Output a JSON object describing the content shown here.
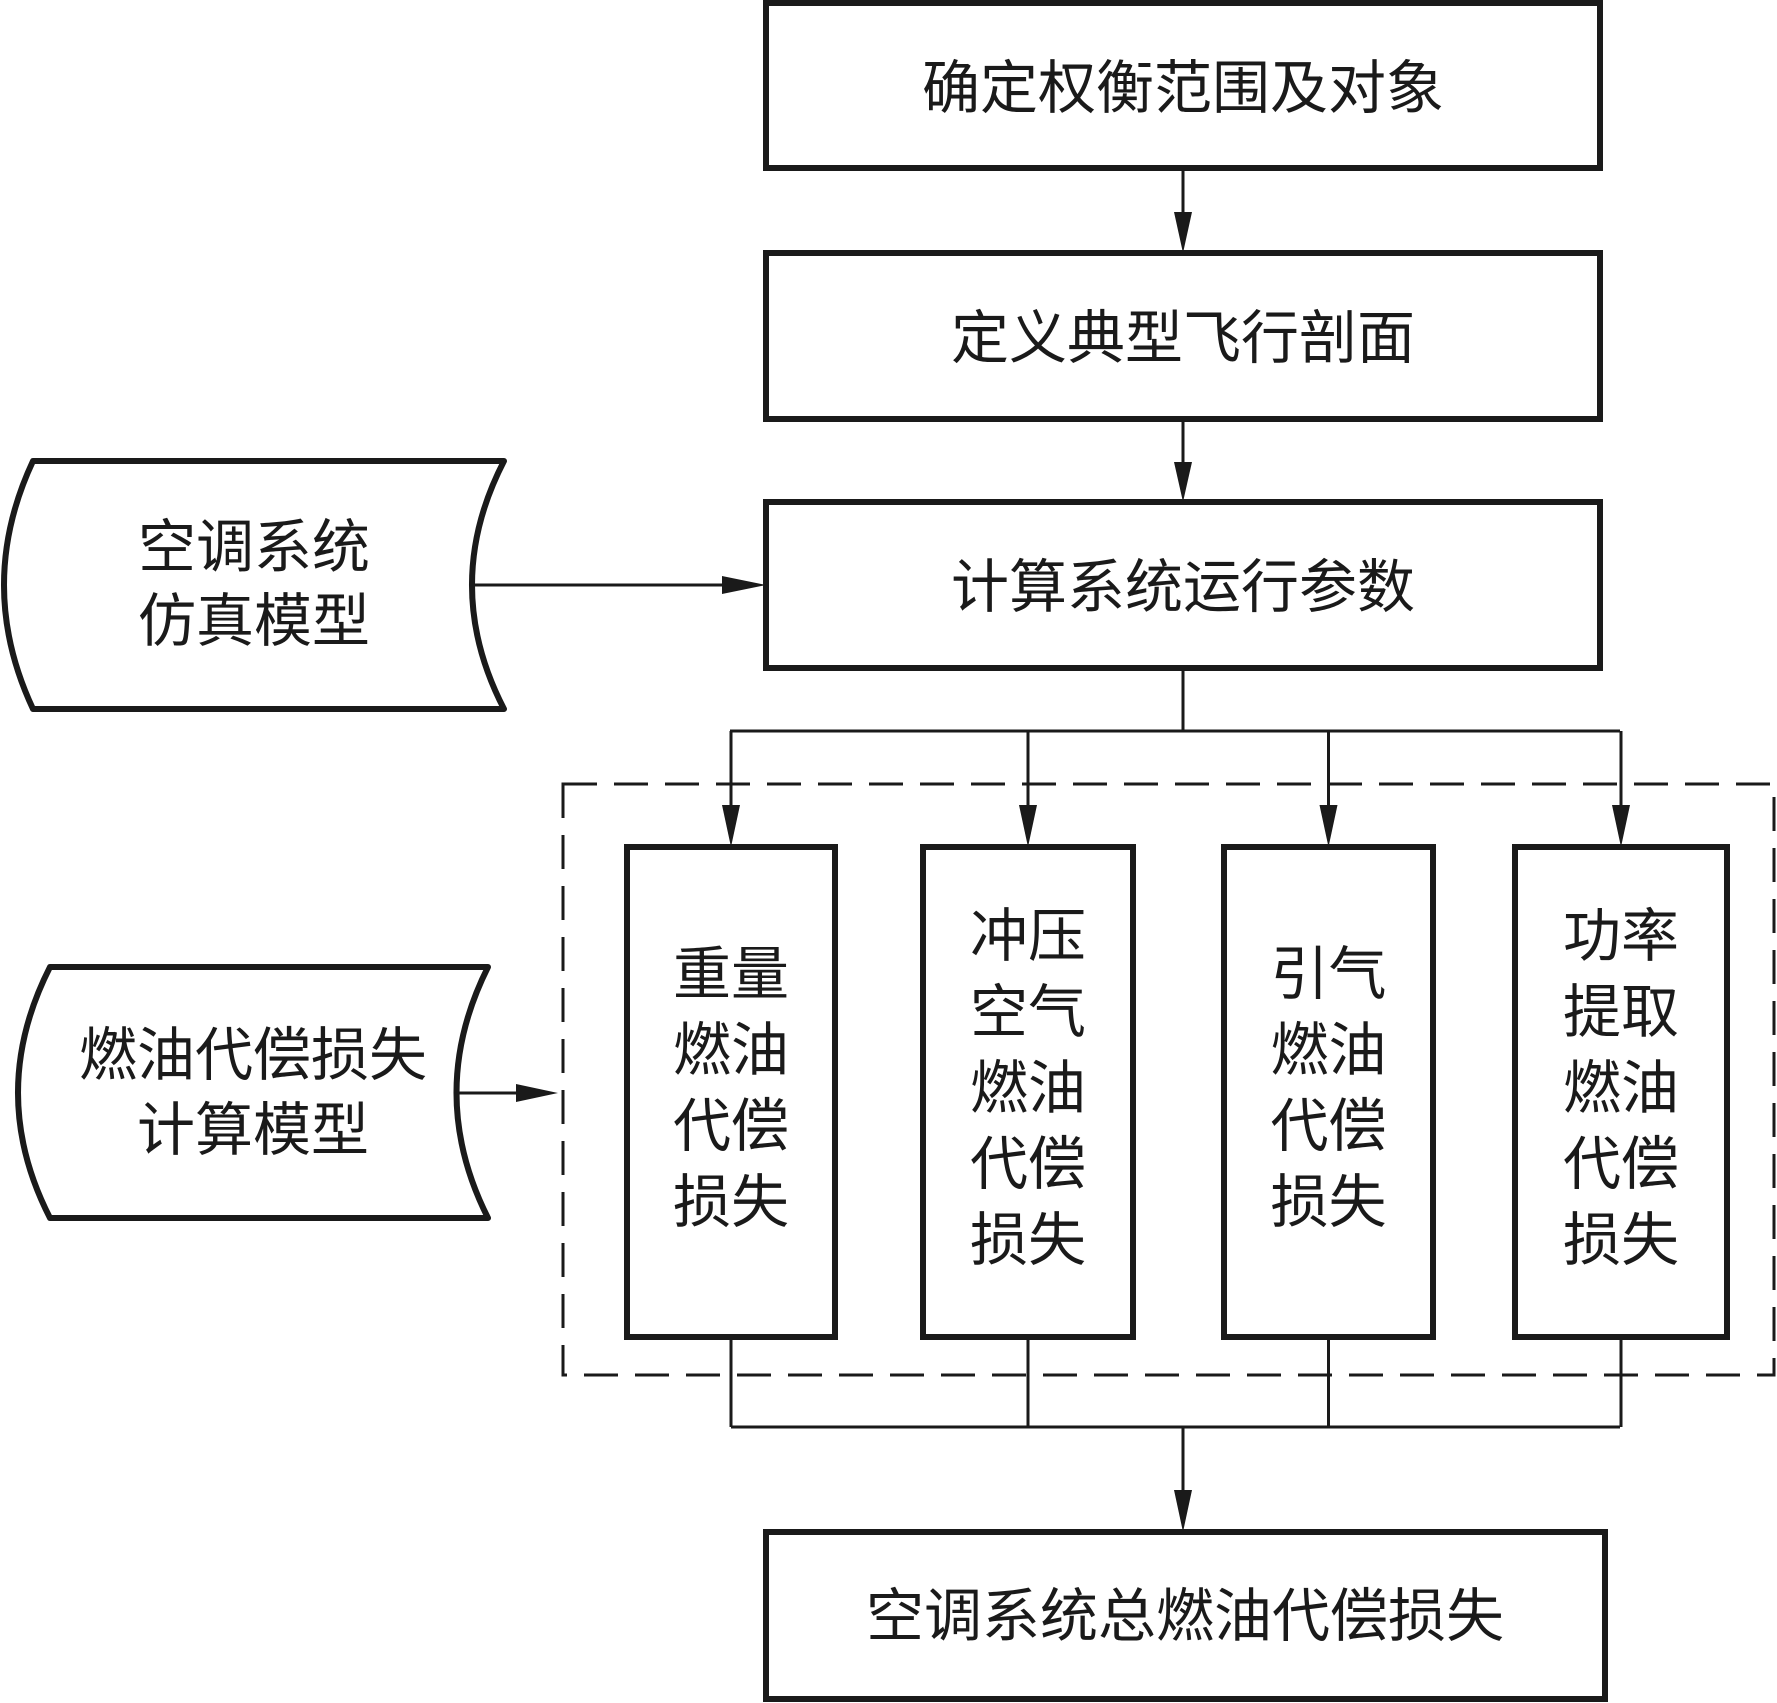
{
  "diagram": {
    "type": "flowchart",
    "steps": {
      "determine_scope": "确定权衡范围及对象",
      "define_profile": "定义典型飞行剖面",
      "calc_params": "计算系统运行参数",
      "total_loss": "空调系统总燃油代偿损失"
    },
    "inputs": {
      "sim_model": [
        "空调系统",
        "仿真模型"
      ],
      "fuel_model": [
        "燃油代偿损失",
        "计算模型"
      ]
    },
    "components": [
      {
        "id": "weight",
        "lines": [
          "重量",
          "燃油",
          "代偿",
          "损失"
        ]
      },
      {
        "id": "ram_air",
        "lines": [
          "冲压",
          "空气",
          "燃油",
          "代偿",
          "损失"
        ]
      },
      {
        "id": "bleed_air",
        "lines": [
          "引气",
          "燃油",
          "代偿",
          "损失"
        ]
      },
      {
        "id": "power_extraction",
        "lines": [
          "功率",
          "提取",
          "燃油",
          "代偿",
          "损失"
        ]
      }
    ],
    "edges": [
      [
        "determine_scope",
        "define_profile"
      ],
      [
        "define_profile",
        "calc_params"
      ],
      [
        "sim_model",
        "calc_params"
      ],
      [
        "calc_params",
        "weight"
      ],
      [
        "calc_params",
        "ram_air"
      ],
      [
        "calc_params",
        "bleed_air"
      ],
      [
        "calc_params",
        "power_extraction"
      ],
      [
        "fuel_model",
        "components_group"
      ],
      [
        "weight",
        "total_loss"
      ],
      [
        "ram_air",
        "total_loss"
      ],
      [
        "bleed_air",
        "total_loss"
      ],
      [
        "power_extraction",
        "total_loss"
      ]
    ],
    "colors": {
      "stroke": "#1a1a1a",
      "background": "#ffffff"
    }
  }
}
